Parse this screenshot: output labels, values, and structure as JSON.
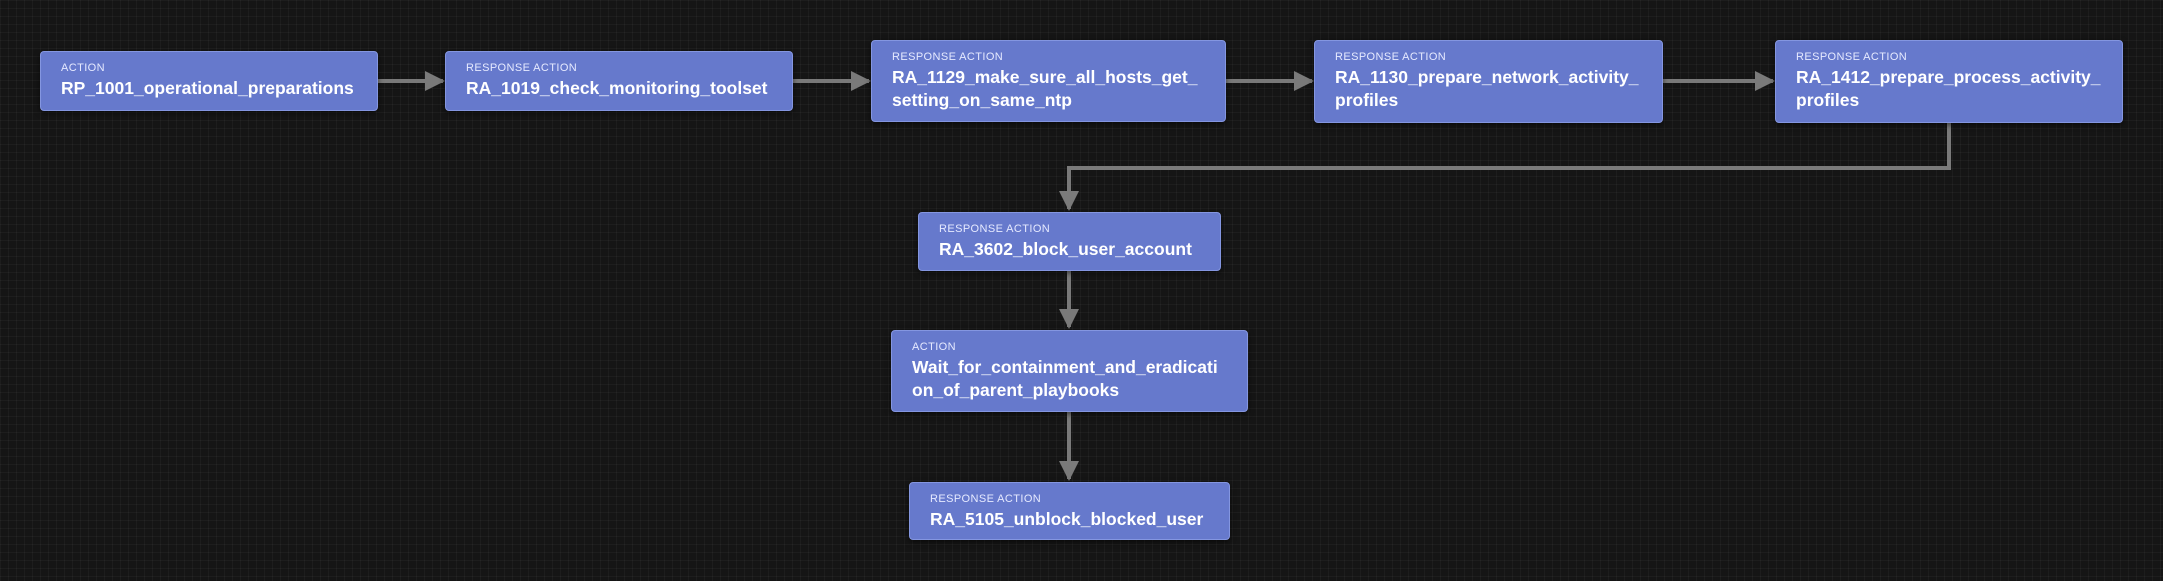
{
  "diagram": {
    "nodes": [
      {
        "id": "n1",
        "kind": "ACTION",
        "label": "RP_1001_operational_preparations"
      },
      {
        "id": "n2",
        "kind": "RESPONSE ACTION",
        "label": "RA_1019_check_monitoring_toolset"
      },
      {
        "id": "n3",
        "kind": "RESPONSE ACTION",
        "label": "RA_1129_make_sure_all_hosts_get_setting_on_same_ntp"
      },
      {
        "id": "n4",
        "kind": "RESPONSE ACTION",
        "label": "RA_1130_prepare_network_activity_profiles"
      },
      {
        "id": "n5",
        "kind": "RESPONSE ACTION",
        "label": "RA_1412_prepare_process_activity_profiles"
      },
      {
        "id": "n6",
        "kind": "RESPONSE ACTION",
        "label": "RA_3602_block_user_account"
      },
      {
        "id": "n7",
        "kind": "ACTION",
        "label": "Wait_for_containment_and_eradication_of_parent_playbooks"
      },
      {
        "id": "n8",
        "kind": "RESPONSE ACTION",
        "label": "RA_5105_unblock_blocked_user"
      }
    ],
    "edges": [
      {
        "from": "n1",
        "to": "n2"
      },
      {
        "from": "n2",
        "to": "n3"
      },
      {
        "from": "n3",
        "to": "n4"
      },
      {
        "from": "n4",
        "to": "n5"
      },
      {
        "from": "n5",
        "to": "n6"
      },
      {
        "from": "n6",
        "to": "n7"
      },
      {
        "from": "n7",
        "to": "n8"
      }
    ],
    "colors": {
      "node_fill": "#6679cc",
      "edge": "#7a7a7a",
      "background": "#151515"
    }
  }
}
